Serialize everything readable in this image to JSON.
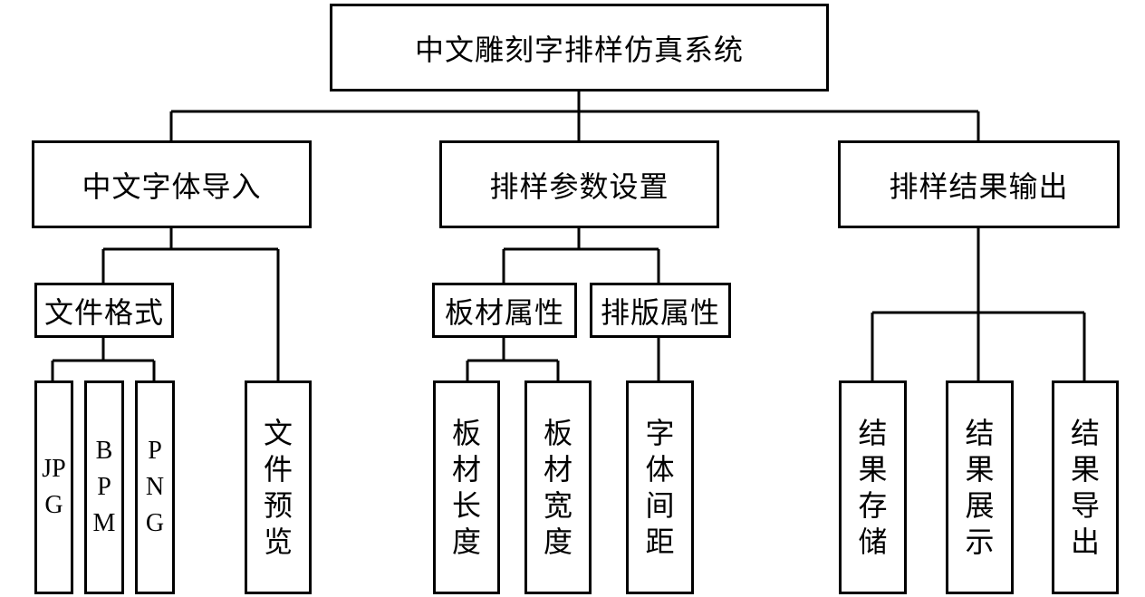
{
  "root": "中文雕刻字排样仿真系统",
  "level1": [
    "中文字体导入",
    "排样参数设置",
    "排样结果输出"
  ],
  "import": {
    "file_format": "文件格式",
    "formats": [
      "JPG",
      "BPM",
      "PNG"
    ],
    "file_preview": "文件预览"
  },
  "params": {
    "board_props": "板材属性",
    "layout_props": "排版属性",
    "board_length": "板材长度",
    "board_width": "板材宽度",
    "char_spacing": "字体间距"
  },
  "output": {
    "items": [
      "结果存储",
      "结果展示",
      "结果导出"
    ]
  }
}
